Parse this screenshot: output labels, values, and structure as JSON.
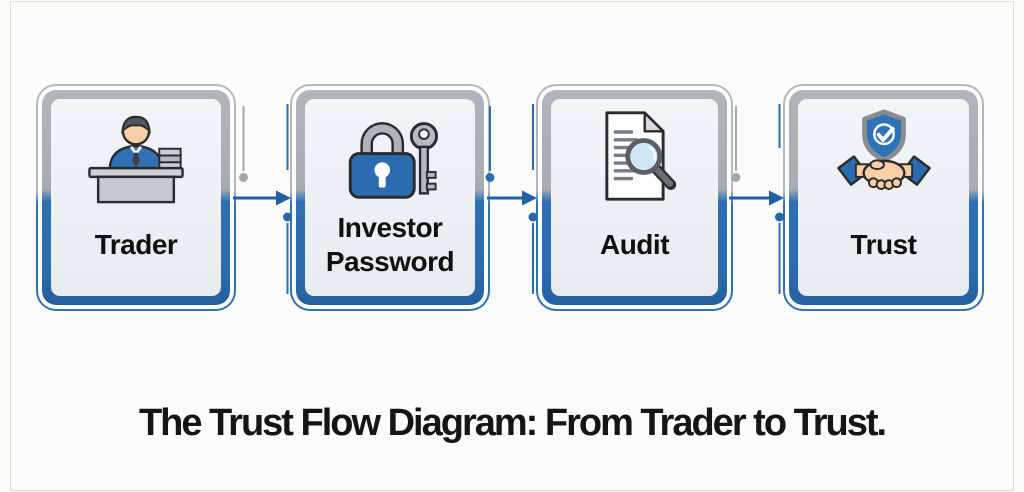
{
  "title": "The Trust Flow Diagram: From Trader to Trust.",
  "boxes": [
    {
      "label": "Trader",
      "icon": "trader-at-desk-icon"
    },
    {
      "label": "Investor Password",
      "icon": "padlock-key-icon"
    },
    {
      "label": "Audit",
      "icon": "document-magnifier-icon"
    },
    {
      "label": "Trust",
      "icon": "shield-handshake-icon"
    }
  ],
  "connectors": [
    {
      "from": "Trader",
      "to": "Investor Password",
      "top_dot_color": "#a2a7ac",
      "bottom_dot_color": "#2666ab"
    },
    {
      "from": "Investor Password",
      "to": "Audit",
      "top_dot_color": "#2b6cb0",
      "bottom_dot_color": "#2666ab"
    },
    {
      "from": "Audit",
      "to": "Trust",
      "top_dot_color": "#a2a7ac",
      "bottom_dot_color": "#2666ab"
    }
  ],
  "colors": {
    "border_top_gray": "#a7acb2",
    "border_bottom_blue": "#2b6cb0",
    "box_fill": "#eef1f3",
    "arrow_blue": "#2161a8",
    "dot_gray": "#a2a7ac",
    "title_color": "#151515",
    "page_background": "#fbfbf9",
    "frame_border": "#deddd7"
  }
}
